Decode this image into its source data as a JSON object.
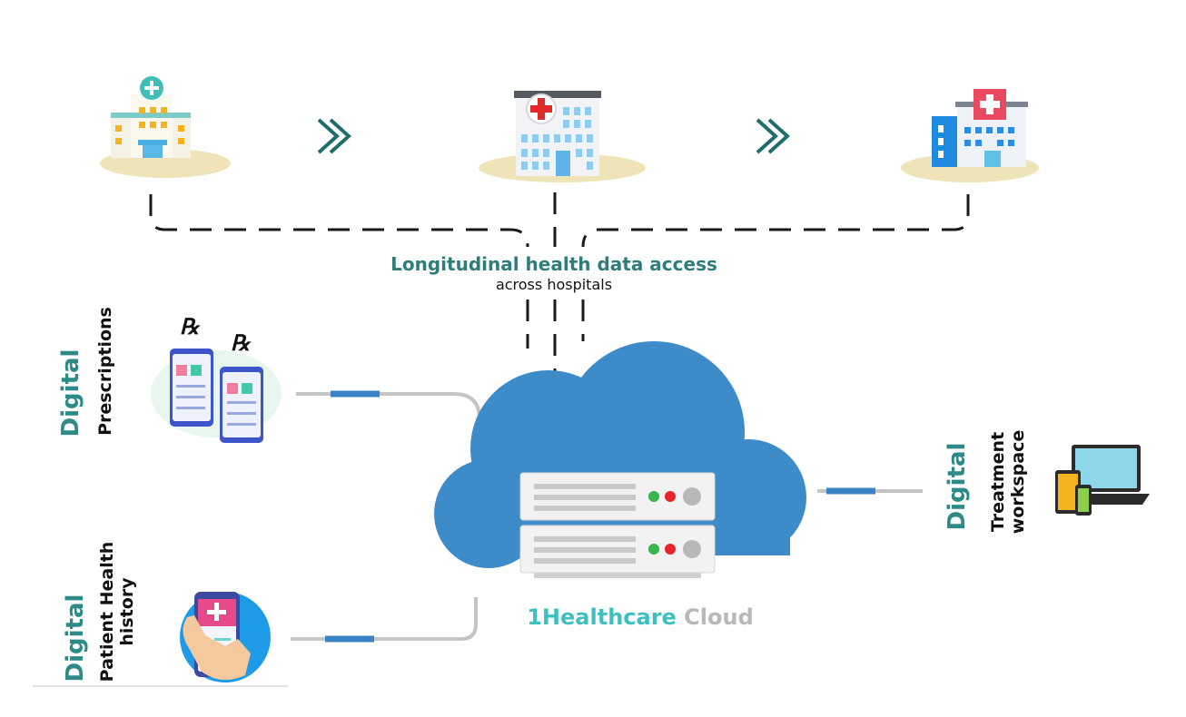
{
  "hub": {
    "title": "Longitudinal health data access",
    "subtitle": "across hospitals"
  },
  "cloud": {
    "name_part1": "1Healthcare",
    "name_part2": "Cloud"
  },
  "prescriptions": {
    "accent": "Digital",
    "label": "Prescriptions",
    "rx_symbol": "℞"
  },
  "health_history": {
    "accent": "Digital",
    "label_line1": "Patient Health",
    "label_line2": "history"
  },
  "treatment": {
    "accent": "Digital",
    "label_line1": "Treatment",
    "label_line2": "workspace"
  },
  "colors": {
    "teal_text": "#2e7d7a",
    "cloud_blue": "#3d8bc9",
    "connector_grey": "#c4c4c4",
    "connector_accent": "#3b82c4"
  },
  "icons": [
    "hospital-small-icon",
    "hospital-main-icon",
    "hospital-blue-icon",
    "double-chevron-icon",
    "cloud-icon",
    "server-icon",
    "phone-prescription-icon",
    "hand-phone-icon",
    "laptop-tablet-icon"
  ]
}
